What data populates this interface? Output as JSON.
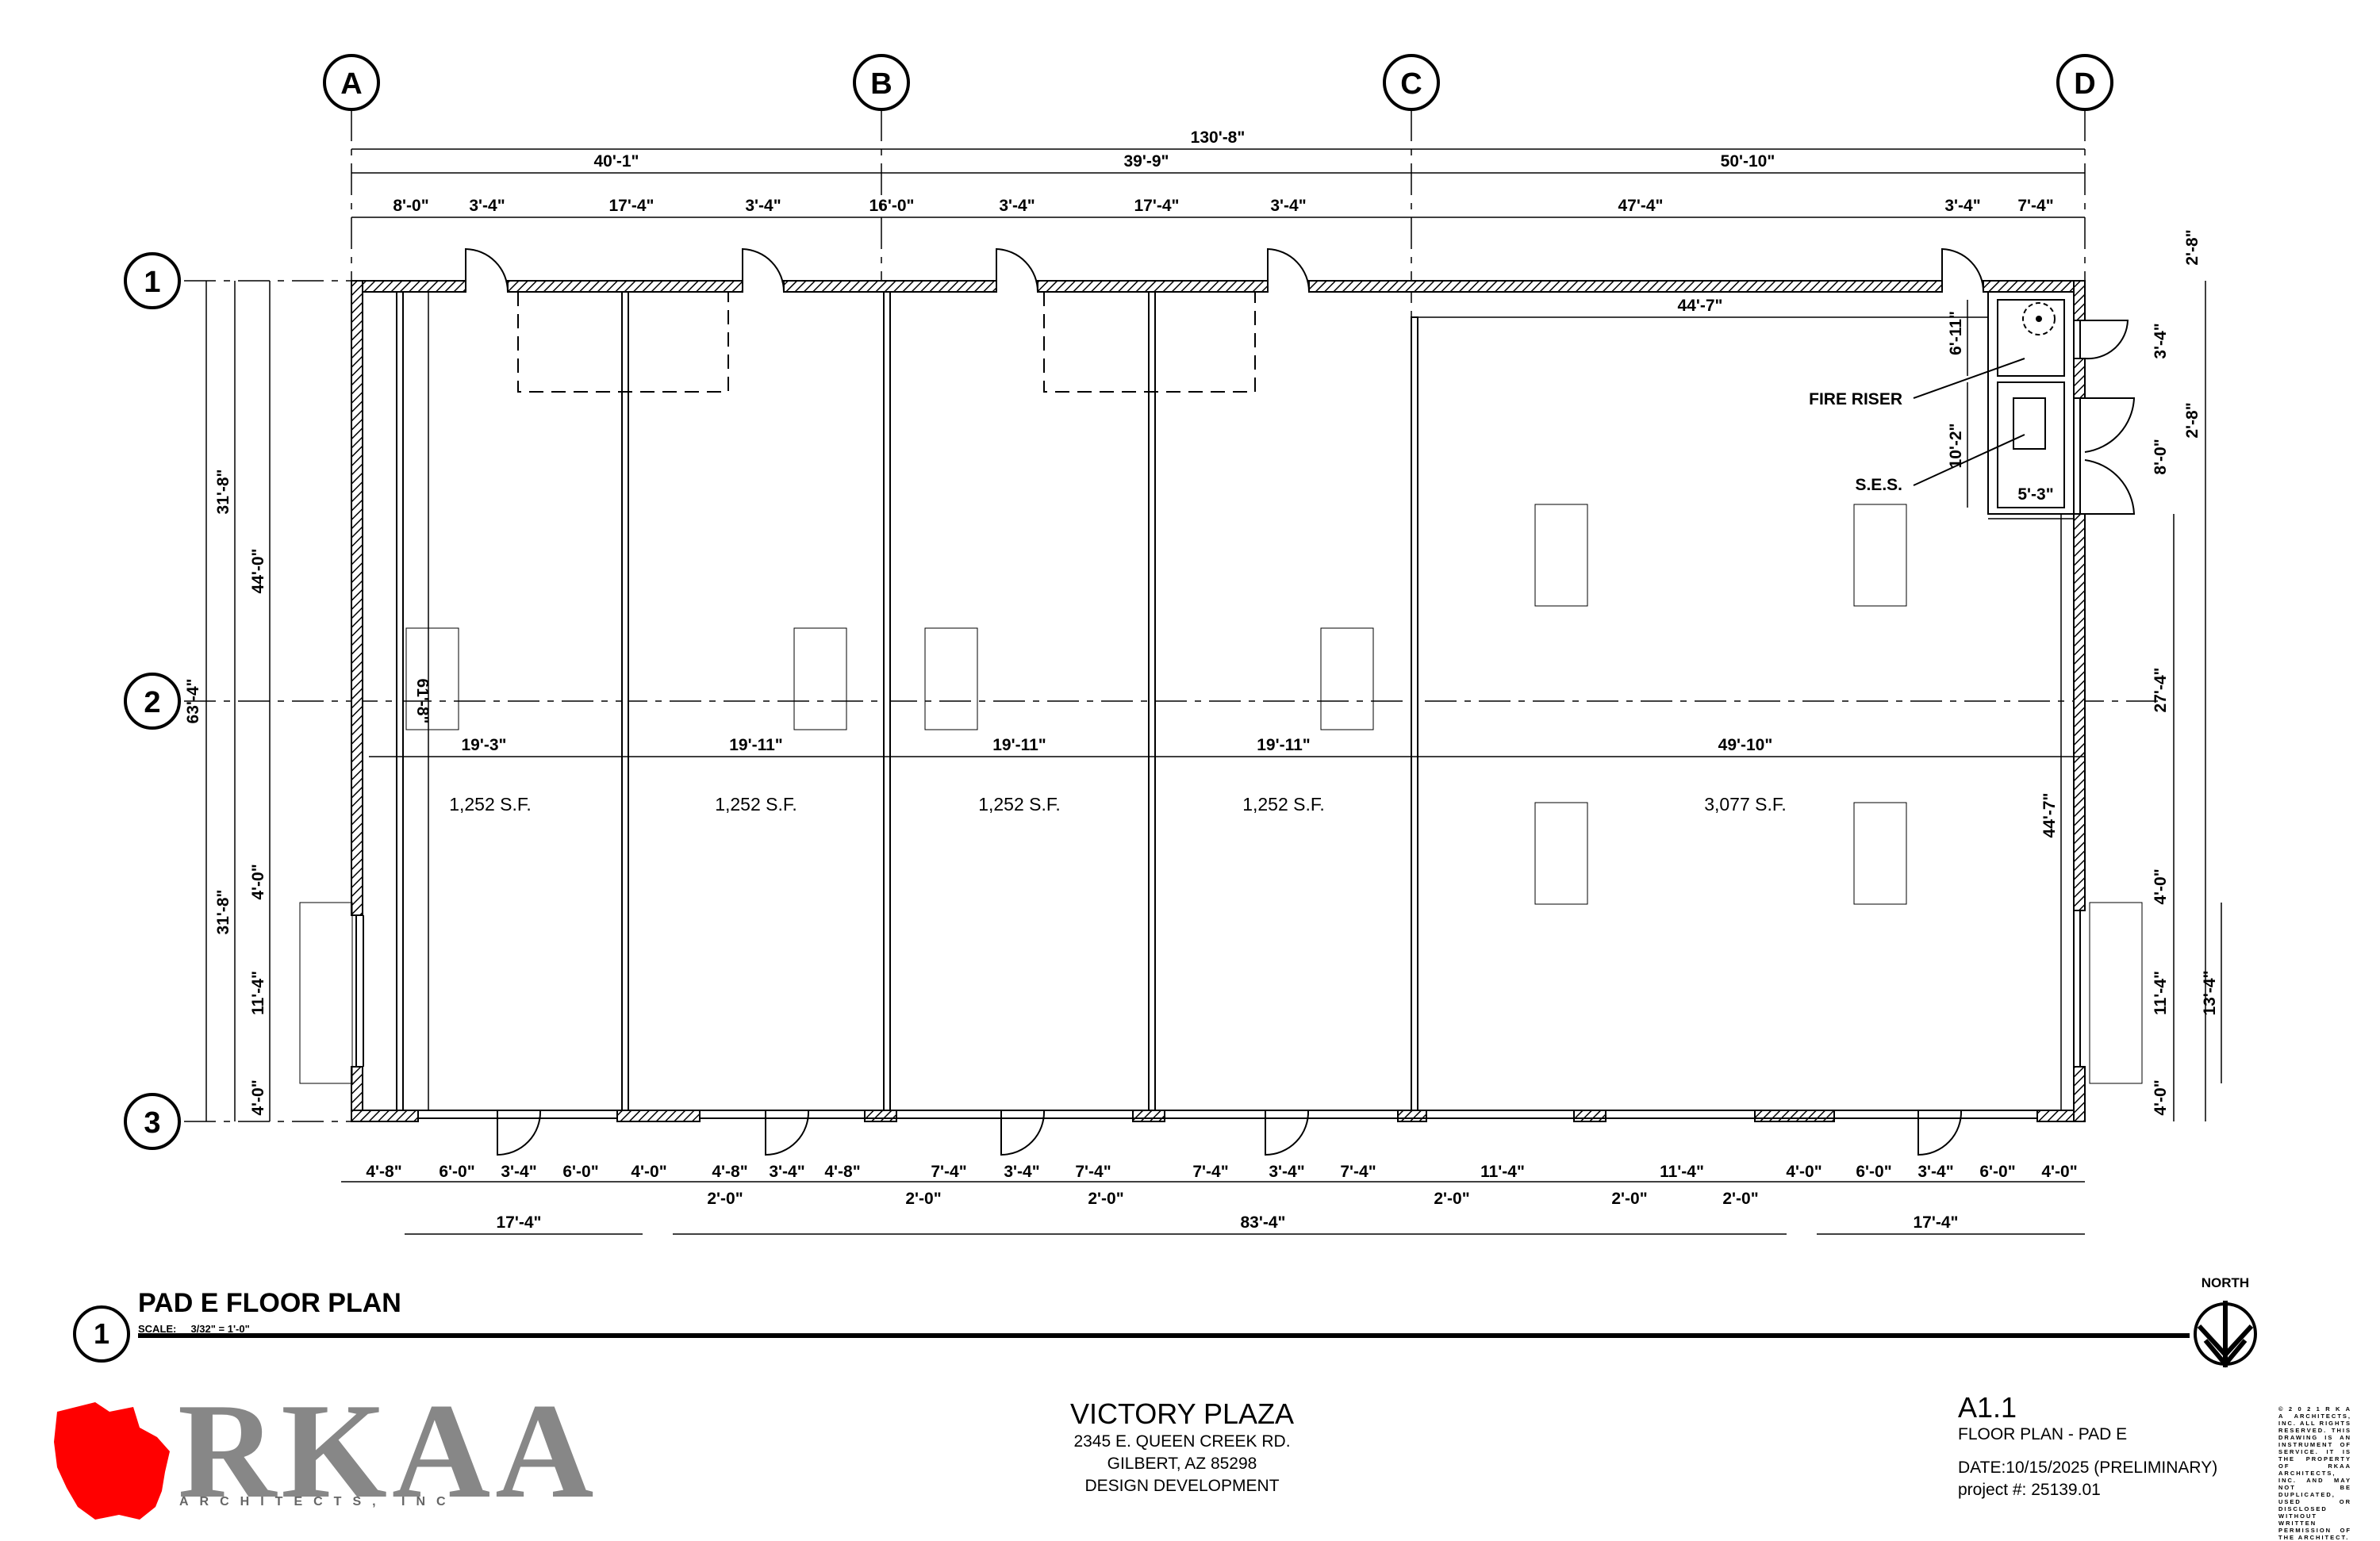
{
  "grid": {
    "columns": [
      "A",
      "B",
      "C",
      "D"
    ],
    "rows": [
      "1",
      "2",
      "3"
    ]
  },
  "dims": {
    "overall": "130'-8\"",
    "bays_top": [
      "40'-1\"",
      "39'-9\"",
      "50'-10\""
    ],
    "top_segments": [
      "8'-0\"",
      "3'-4\"",
      "17'-4\"",
      "3'-4\"",
      "16'-0\"",
      "3'-4\"",
      "17'-4\"",
      "3'-4\"",
      "47'-4\"",
      "3'-4\"",
      "7'-4\""
    ],
    "left": {
      "full": "63'-4\"",
      "upper": "31'-8\"",
      "lower": "31'-8\"",
      "tall": "44'-0\"",
      "a": "4'-0\"",
      "b": "11'-4\"",
      "c": "4'-0\""
    },
    "right": {
      "r1": "2'-8\"",
      "r2": "3'-4\"",
      "r3": "2'-8\"",
      "r4": "8'-0\"",
      "r5": "27'-4\"",
      "r6": "4'-0\"",
      "r7": "11'-4\"",
      "r8": "13'-4\"",
      "r9": "4'-0\""
    },
    "inner": {
      "ses_w": "44'-7\"",
      "riser_h": "6'-11\"",
      "ses_h": "10'-2\"",
      "ses_d": "5'-3\"",
      "depth_r": "44'-7\"",
      "depth_l": "61'-8\""
    },
    "suite_widths": [
      "19'-3\"",
      "19'-11\"",
      "19'-11\"",
      "19'-11\"",
      "49'-10\""
    ],
    "bottom_segments": [
      "4'-8\"",
      "6'-0\"",
      "3'-4\"",
      "6'-0\"",
      "4'-0\"",
      "4'-8\"",
      "3'-4\"",
      "4'-8\"",
      "7'-4\"",
      "3'-4\"",
      "7'-4\"",
      "7'-4\"",
      "3'-4\"",
      "7'-4\"",
      "11'-4\"",
      "11'-4\"",
      "4'-0\"",
      "6'-0\"",
      "3'-4\"",
      "6'-0\"",
      "4'-0\""
    ],
    "bottom_sub": [
      "2'-0\"",
      "2'-0\"",
      "2'-0\"",
      "2'-0\"",
      "2'-0\"",
      "2'-0\""
    ],
    "bottom_overall": [
      "17'-4\"",
      "83'-4\"",
      "17'-4\""
    ]
  },
  "areas": [
    "1,252 S.F.",
    "1,252 S.F.",
    "1,252 S.F.",
    "1,252 S.F.",
    "3,077 S.F."
  ],
  "notes": {
    "fire_riser": "FIRE RISER",
    "ses": "S.E.S."
  },
  "title_block": {
    "drawing_number": "1",
    "drawing_title": "PAD E FLOOR PLAN",
    "scale_label": "SCALE:",
    "scale_value": "3/32\" = 1'-0\"",
    "north": "NORTH",
    "logo": "RKAA",
    "logo_sub": "ARCHITECTS, INC",
    "project_name": "VICTORY PLAZA",
    "address1": "2345 E. QUEEN CREEK RD.",
    "address2": "GILBERT, AZ 85298",
    "phase": "DESIGN DEVELOPMENT",
    "sheet_number": "A1.1",
    "sheet_title": "FLOOR PLAN - PAD E",
    "date": "DATE:10/15/2025 (PRELIMINARY)",
    "project_no": "project #: 25139.01",
    "copyright": "© 2 0 2 1 R K A A ARCHITECTS, INC. ALL RIGHTS RESERVED. THIS DRAWING IS AN INSTRUMENT OF SERVICE. IT IS THE PROPERTY OF RKAA ARCHITECTS, INC. AND MAY NOT BE DUPLICATED, USED OR DISCLOSED WITHOUT WRITTEN PERMISSION OF THE ARCHITECT."
  },
  "colors": {
    "ink": "#000000",
    "logo_red": "#ff0000",
    "logo_gray": "#878787"
  }
}
